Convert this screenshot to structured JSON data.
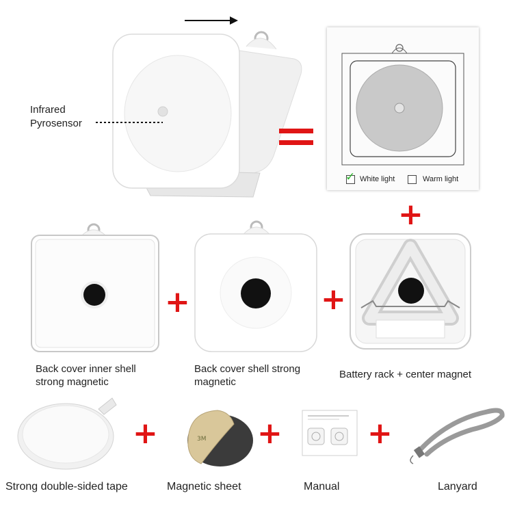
{
  "main_light": {
    "sensor_label_line1": "Infrared",
    "sensor_label_line2": "Pyrosensor"
  },
  "box": {
    "option_white": "White light",
    "option_warm": "Warm light",
    "white_checked": true,
    "warm_checked": false
  },
  "parts": [
    {
      "label_line1": "Back cover inner shell",
      "label_line2": "strong magnetic"
    },
    {
      "label_line1": "Back cover shell strong",
      "label_line2": "magnetic"
    },
    {
      "label_line1": "Battery rack + center magnet",
      "label_line2": ""
    }
  ],
  "accessories": [
    {
      "label": "Strong double-sided tape"
    },
    {
      "label": "Magnetic sheet"
    },
    {
      "label": "Manual"
    },
    {
      "label": "Lanyard"
    }
  ],
  "colors": {
    "accent_red": "#e01515",
    "check_green": "#2db52d"
  },
  "icons": [
    "arrow-right-icon",
    "equals-icon",
    "plus-icon",
    "checkmark-icon"
  ]
}
